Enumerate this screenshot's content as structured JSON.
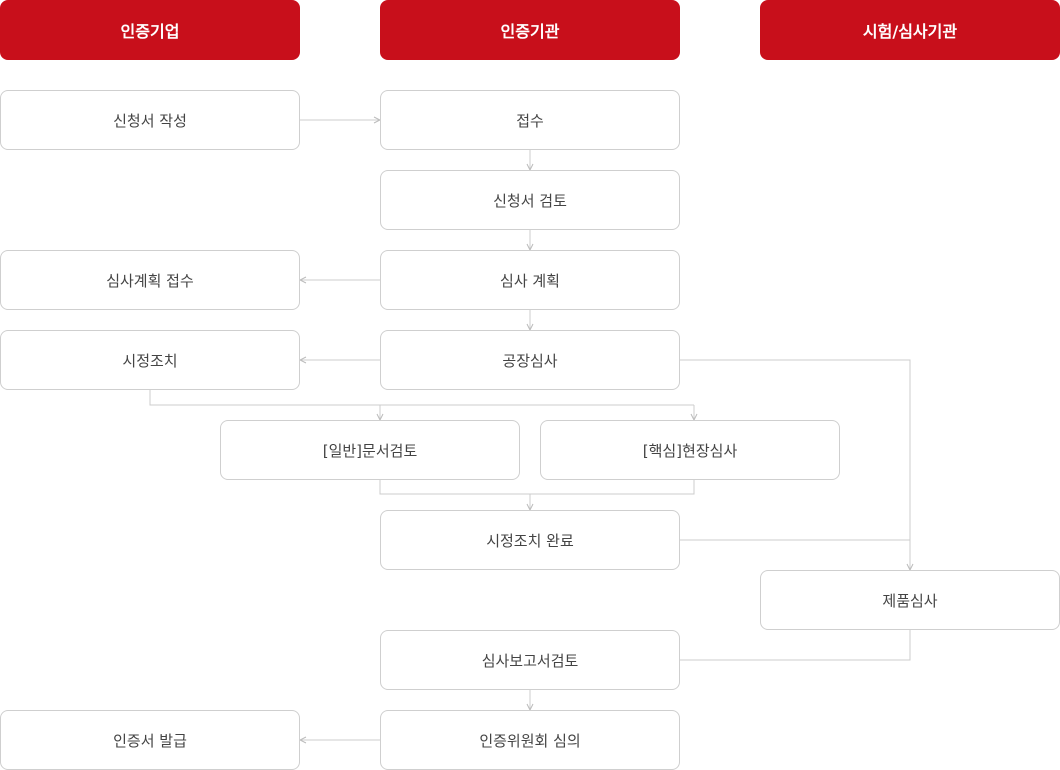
{
  "columns": {
    "company": "인증기업",
    "certifier": "인증기관",
    "testing": "시험/심사기관"
  },
  "steps": {
    "application_write": "신청서 작성",
    "receipt": "접수",
    "application_review": "신청서 검토",
    "audit_plan": "심사 계획",
    "audit_plan_receipt": "심사계획 접수",
    "factory_audit": "공장심사",
    "corrective_action": "시정조치",
    "general_doc_review": "[일반]문서검토",
    "core_site_audit": "[핵심]현장심사",
    "corrective_complete": "시정조치 완료",
    "product_audit": "제품심사",
    "audit_report_review": "심사보고서검토",
    "committee_review": "인증위원회 심의",
    "certificate_issue": "인증서 발급"
  },
  "colors": {
    "header_bg": "#c80f1b",
    "header_text": "#ffffff",
    "box_border": "#cfcfcf",
    "connector": "#cccccc",
    "text": "#444444"
  }
}
